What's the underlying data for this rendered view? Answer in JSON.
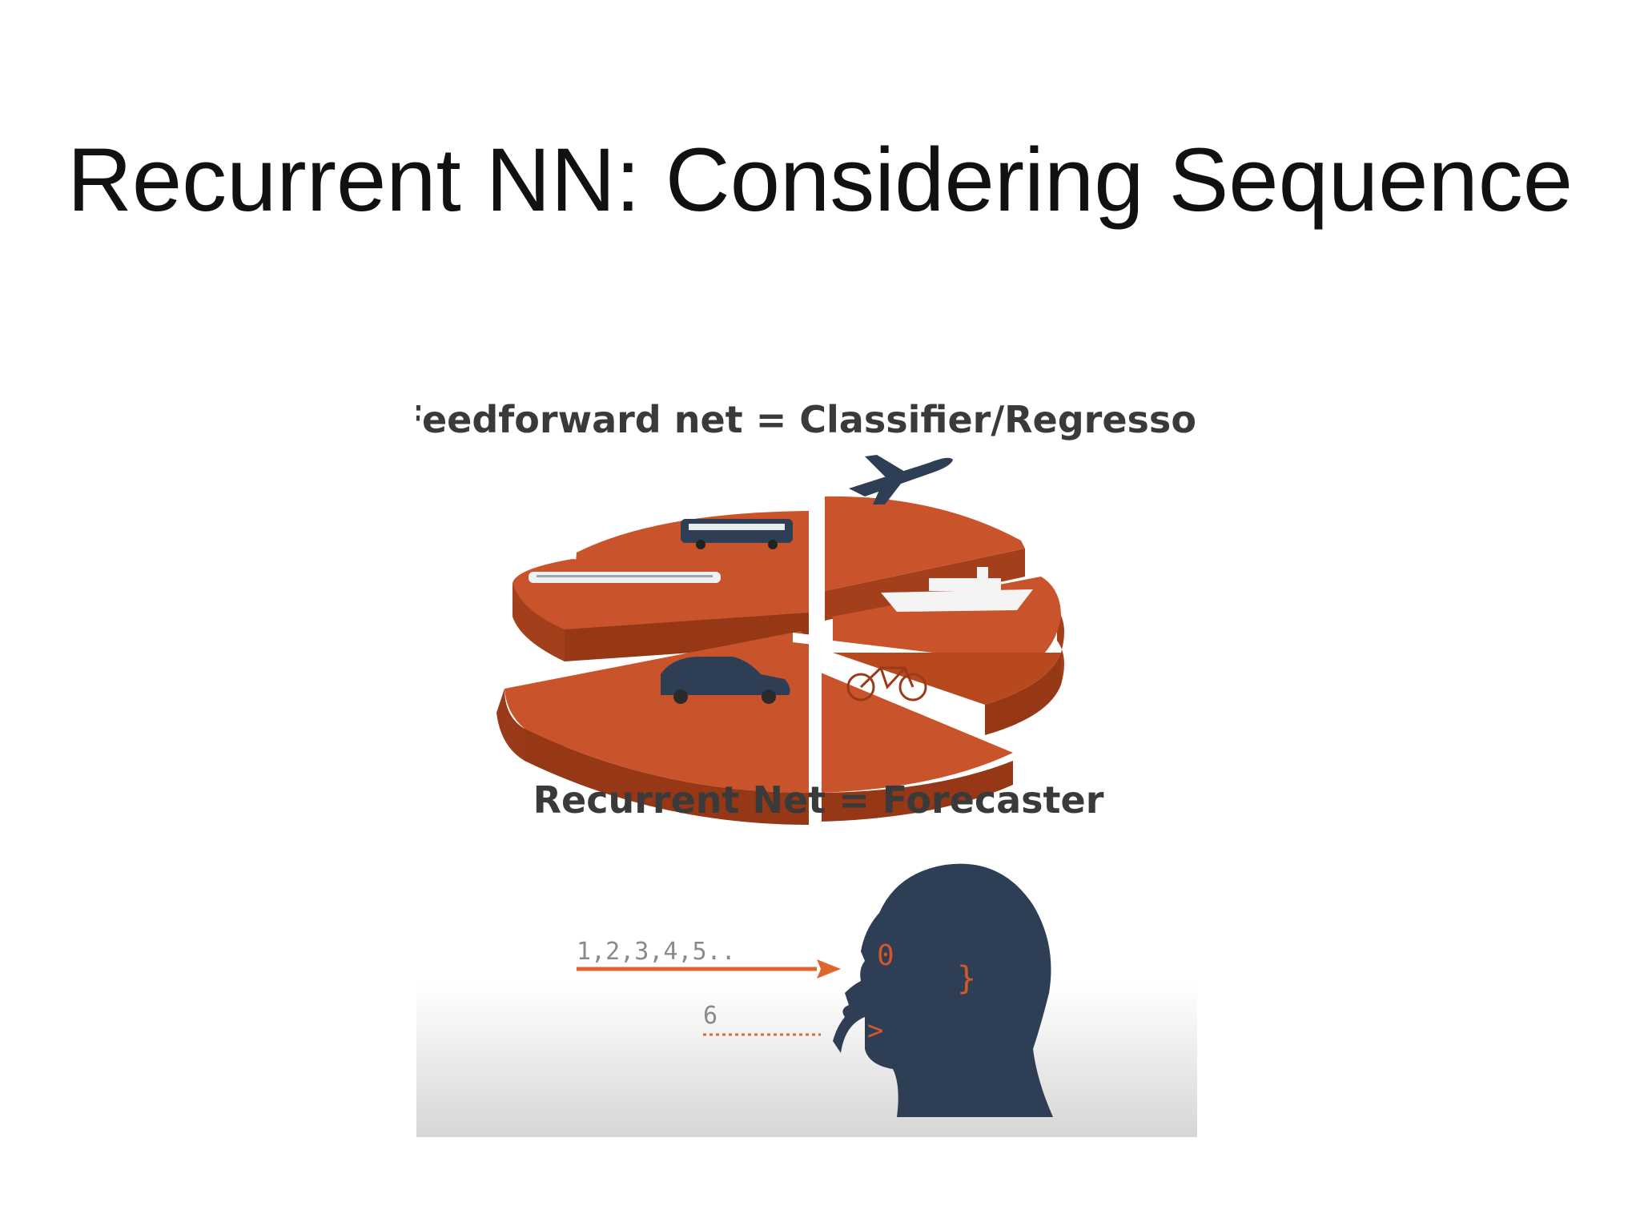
{
  "slide": {
    "title": "Recurrent NN: Considering Sequence"
  },
  "figure": {
    "feedforward_caption": "Feedforward net = Classifier/Regressor",
    "recurrent_caption": "Recurrent Net = Forecaster",
    "pie_segments": [
      "bus-icon",
      "airplane-icon",
      "train-icon",
      "ship-icon",
      "car-icon",
      "bicycle-icon"
    ],
    "input_sequence": "1,2,3,4,5..",
    "predicted_value": "6",
    "face_symbols": {
      "eye": "0",
      "ear": "}",
      "mouth": ">"
    },
    "colors": {
      "pie": "#c9532a",
      "pie_side": "#a43f1c",
      "head": "#2e3e55",
      "arrow": "#e0662f"
    }
  }
}
